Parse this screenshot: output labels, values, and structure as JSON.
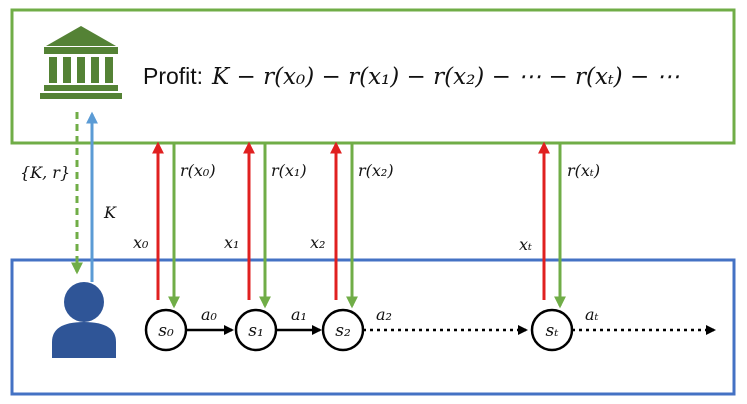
{
  "colors": {
    "bank_box": "#70AD47",
    "user_box": "#4472C4",
    "red_arrow": "#E02020",
    "green_arrow": "#70AD47",
    "blue_arrow": "#5B9BD5",
    "bank_icon": "#548235",
    "user_icon": "#2F5597"
  },
  "icons": {
    "bank": "bank-icon",
    "user": "user-icon"
  },
  "profit": {
    "label": "Profit:",
    "formula": "K − r(x₀) − r(x₁) − r(x₂) − ⋯ − r(xₜ) − ⋯"
  },
  "bank_link": {
    "offer_label": "{K, r}",
    "accept_label": "K"
  },
  "steps": [
    {
      "state": "s₀",
      "action": "x₀",
      "reward": "r(x₀)",
      "transition": "a₀"
    },
    {
      "state": "s₁",
      "action": "x₁",
      "reward": "r(x₁)",
      "transition": "a₁"
    },
    {
      "state": "s₂",
      "action": "x₂",
      "reward": "r(x₂)",
      "transition": "a₂"
    },
    {
      "state": "sₜ",
      "action": "xₜ",
      "reward": "r(xₜ)",
      "transition": "aₜ"
    }
  ]
}
